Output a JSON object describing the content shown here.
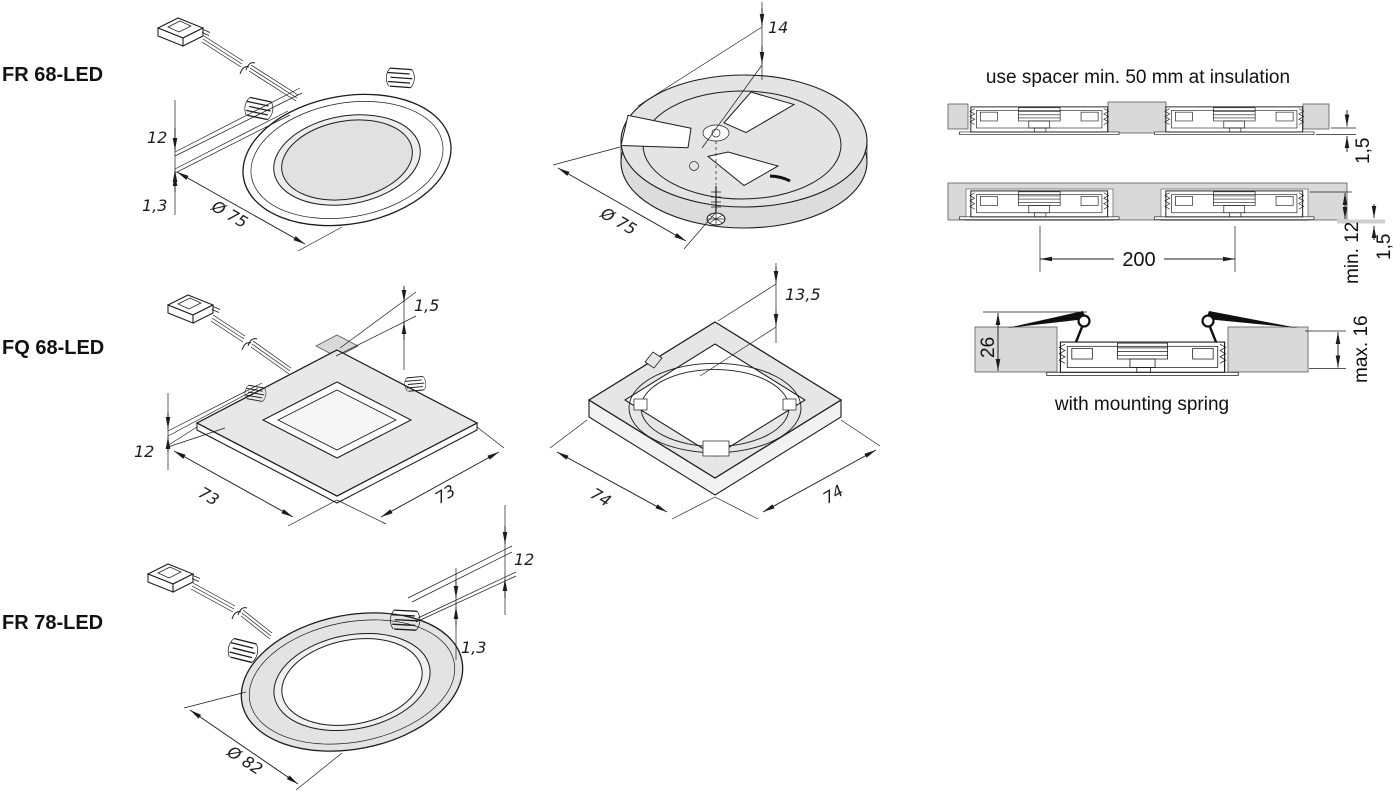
{
  "products": [
    {
      "label": "FR 68-LED",
      "front": {
        "recess": "12",
        "bezel": "1,3",
        "diameter": "Ø 75"
      },
      "rear": {
        "height": "14",
        "diameter": "Ø 75"
      }
    },
    {
      "label": "FQ 68-LED",
      "front": {
        "protrusion": "1,5",
        "recess": "12",
        "width": "73",
        "depth": "73"
      },
      "frame": {
        "height": "13,5",
        "width": "74",
        "depth": "74"
      }
    },
    {
      "label": "FR 78-LED",
      "front": {
        "recess": "12",
        "bezel": "1,3",
        "diameter": "Ø 82"
      }
    }
  ],
  "installation": {
    "title": "use spacer min. 50 mm at insulation",
    "spacer_view": {
      "flange": "1,5"
    },
    "insulation_view": {
      "spacing": "200",
      "min_depth": "min. 12",
      "flange": "1,5"
    },
    "spring_view": {
      "panel_thickness": "26",
      "max_depth": "max. 16",
      "caption": "with mounting spring"
    }
  },
  "colors": {
    "line": "#1c1c1c",
    "panel_gray": "#d9d9d9",
    "face_gray": "#e4e4e4"
  }
}
